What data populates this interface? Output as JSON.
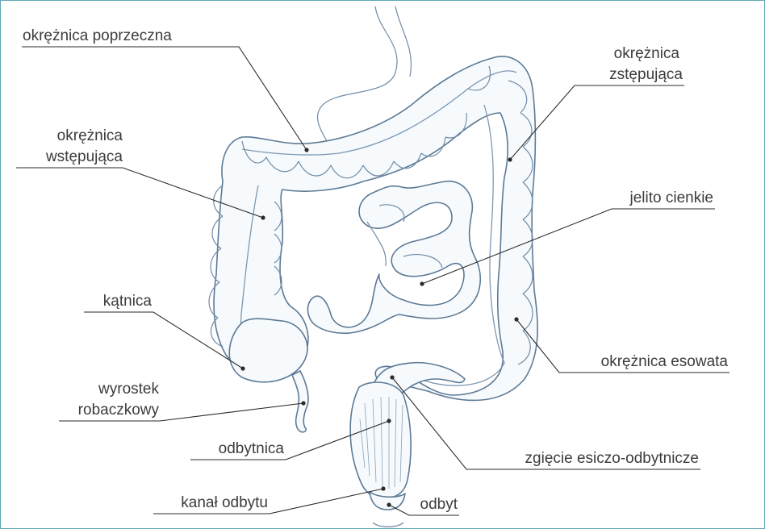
{
  "labels": {
    "transverse_colon": "okrężnica poprzeczna",
    "descending_colon_line1": "okrężnica",
    "descending_colon_line2": "zstępująca",
    "ascending_colon_line1": "okrężnica",
    "ascending_colon_line2": "wstępująca",
    "small_intestine": "jelito cienkie",
    "cecum": "kątnica",
    "sigmoid_colon": "okrężnica esowata",
    "appendix_line1": "wyrostek",
    "appendix_line2": "robaczkowy",
    "rectum": "odbytnica",
    "rectosigmoid_flexure": "zgięcie esiczo-odbytnicze",
    "anal_canal": "kanał odbytu",
    "anus": "odbyt"
  },
  "colors": {
    "frame": "#5fa8b3",
    "organ_outline": "#5d7a96",
    "leader_line": "#2a2a2a",
    "text": "#3c3c3c"
  }
}
